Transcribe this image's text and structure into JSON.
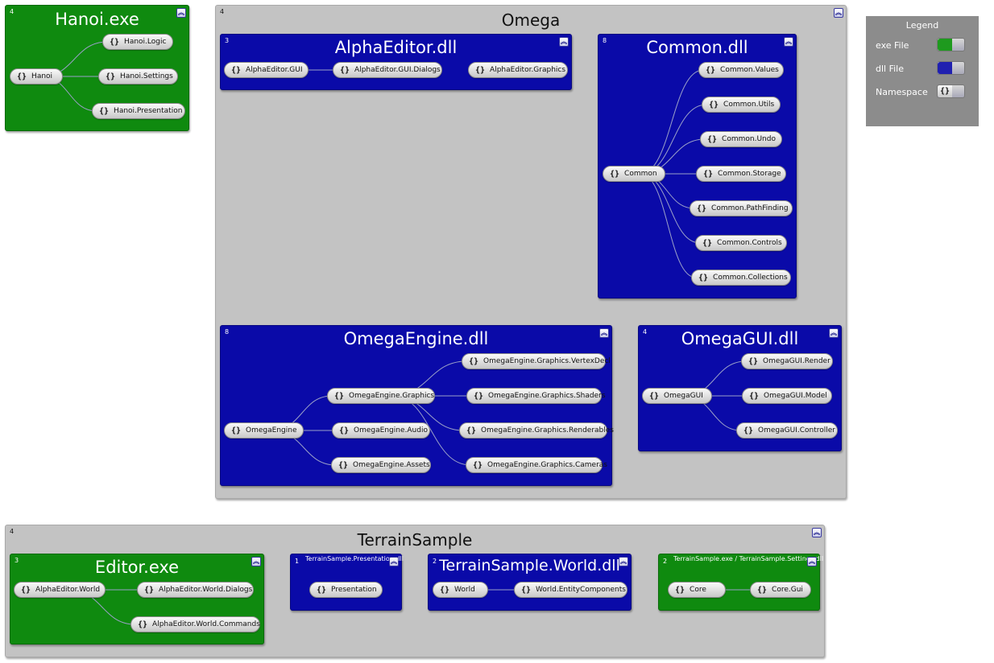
{
  "colors": {
    "exe": "#0f8a0f",
    "dll": "#0a0aa8",
    "group": "#c3c3c3",
    "legend_bg": "#8c8c8c"
  },
  "ns_icon": "{}",
  "collapse_icon": "chevron-double-up",
  "groups": {
    "hanoi": {
      "title": "Hanoi.exe",
      "count": "4",
      "nodes": {
        "root": "Hanoi",
        "logic": "Hanoi.Logic",
        "settings": "Hanoi.Settings",
        "presentation": "Hanoi.Presentation"
      }
    },
    "omega": {
      "title": "Omega",
      "count": "4"
    },
    "alpha": {
      "title": "AlphaEditor.dll",
      "count": "3",
      "nodes": {
        "gui": "AlphaEditor.GUI",
        "dialogs": "AlphaEditor.GUI.Dialogs",
        "graphics": "AlphaEditor.Graphics"
      }
    },
    "common": {
      "title": "Common.dll",
      "count": "8",
      "nodes": {
        "root": "Common",
        "values": "Common.Values",
        "utils": "Common.Utils",
        "undo": "Common.Undo",
        "storage": "Common.Storage",
        "pathfinding": "Common.PathFinding",
        "controls": "Common.Controls",
        "collections": "Common.Collections"
      }
    },
    "engine": {
      "title": "OmegaEngine.dll",
      "count": "8",
      "nodes": {
        "root": "OmegaEngine",
        "graphics": "OmegaEngine.Graphics",
        "audio": "OmegaEngine.Audio",
        "assets": "OmegaEngine.Assets",
        "vertexdecl": "OmegaEngine.Graphics.VertexDecl",
        "shaders": "OmegaEngine.Graphics.Shaders",
        "renderables": "OmegaEngine.Graphics.Renderables",
        "cameras": "OmegaEngine.Graphics.Cameras"
      }
    },
    "omegagui": {
      "title": "OmegaGUI.dll",
      "count": "4",
      "nodes": {
        "root": "OmegaGUI",
        "render": "OmegaGUI.Render",
        "model": "OmegaGUI.Model",
        "controller": "OmegaGUI.Controller"
      }
    },
    "terrain": {
      "title": "TerrainSample",
      "count": "4"
    },
    "editor": {
      "title": "Editor.exe",
      "count": "3",
      "nodes": {
        "world": "AlphaEditor.World",
        "dialogs": "AlphaEditor.World.Dialogs",
        "commands": "AlphaEditor.World.Commands"
      }
    },
    "tspres": {
      "title": "TerrainSample.Presentation.dll",
      "count": "1",
      "nodes": {
        "presentation": "Presentation"
      }
    },
    "tsworld": {
      "title": "TerrainSample.World.dll",
      "count": "2",
      "nodes": {
        "world": "World",
        "entity": "World.EntityComponents"
      }
    },
    "tsexe": {
      "title": "TerrainSample.exe / TerrainSample.Settings.dll",
      "count": "2",
      "nodes": {
        "core": "Core",
        "coregui": "Core.Gui"
      }
    }
  },
  "legend": {
    "title": "Legend",
    "items": [
      {
        "label": "exe File",
        "color": "#1e9a1e"
      },
      {
        "label": "dll File",
        "color": "#2020b0"
      },
      {
        "label": "Namespace",
        "icon": "{}"
      }
    ]
  }
}
